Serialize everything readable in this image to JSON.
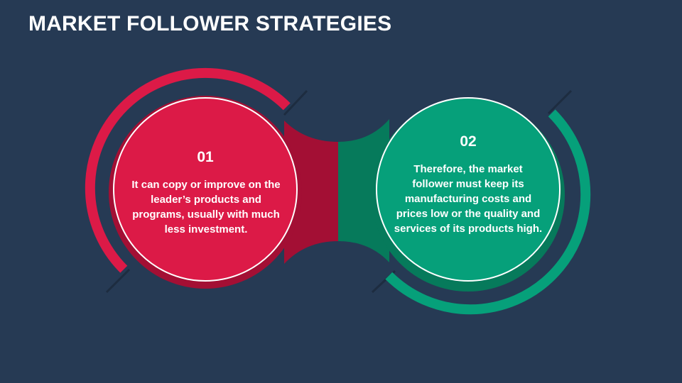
{
  "slide": {
    "title": "MARKET FOLLOWER STRATEGIES"
  },
  "items": [
    {
      "number": "01",
      "text": "It can copy or improve on the leader’s products and programs, usually with much less investment.",
      "color": "#dc1a47"
    },
    {
      "number": "02",
      "text": "Therefore, the market follower must keep its manufacturing costs and prices low or the quality and services of its products high.",
      "color": "#06a07a"
    }
  ],
  "colors": {
    "background": "#263a54",
    "red_dark": "#a30f34",
    "green_dark": "#067a5b"
  }
}
